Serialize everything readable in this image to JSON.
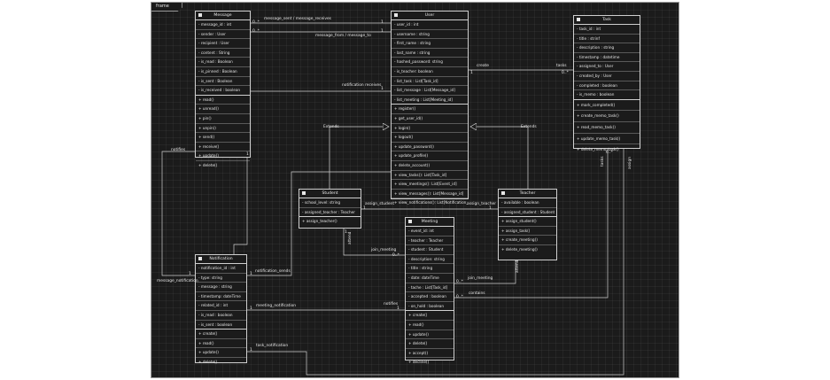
{
  "frame": {
    "label": "frame"
  },
  "classes": {
    "message": {
      "name": "Message",
      "attributes": [
        "- message_id : int",
        "- sender : User",
        "- recipient : User",
        "- content : String",
        "- is_read : Boolean",
        "- is_pinned : Boolean",
        "- is_sent : Boolean",
        "- is_received : boolean"
      ],
      "methods": [
        "+ read()",
        "+ unread()",
        "+ pin()",
        "+ unpin()",
        "+ send()",
        "+ receive()",
        "+ update()",
        "+ delete()"
      ]
    },
    "user": {
      "name": "User",
      "attributes": [
        "- user_id : int",
        "- username : string",
        "- first_name : string",
        "- last_name : string",
        "- hashed_password: string",
        "- is_teacher: boolean",
        "- list_task : List[Task_id]",
        "- list_message : List[Message_id]",
        "- list_meeting : List[Meeting_id]"
      ],
      "methods": [
        "+ register()",
        "+ get_user_id()",
        "+ login()",
        "+ logout()",
        "+ update_password()",
        "+ update_profile()",
        "+ delete_account()",
        "+ view_tasks(): List[Task_id]",
        "+ view_meetings(): List[Event_id]",
        "+ view_messages(): List[Message_id]",
        "+ view_notifications(): List[Notification_id]"
      ]
    },
    "task": {
      "name": "Task",
      "attributes": [
        "- task_id : int",
        "- title : strinf",
        "- description : string",
        "- timestamp : datetime",
        "- assigned_to : User",
        "- created_by : User",
        "- completed : boolean",
        "- is_memo : boolean"
      ],
      "methods": [
        "+ mark_completed()",
        "+ create_memo_task()",
        "+ read_memo_task()",
        "+ update_memo_task()",
        "+ delete_memo_task()"
      ]
    },
    "student": {
      "name": "Student",
      "attributes": [
        "- school_level: string",
        "- assigned_teacher : Teacher"
      ],
      "methods": [
        "+ assign_teacher()"
      ]
    },
    "teacher": {
      "name": "Teacher",
      "attributes": [
        "- available : boolean",
        "- assigned_student : Student"
      ],
      "methods": [
        "+ assign_student()",
        "+ assign_task()",
        "+ create_meeting()",
        "+ delete_meeting()"
      ]
    },
    "meeting": {
      "name": "Meeting",
      "attributes": [
        "- event_id: int",
        "- teacher : Teacher",
        "- student : Student",
        "- description: string",
        "- title : string",
        "- date: dateTime",
        "- tache : List[Task_id]",
        "- accepted : boolean",
        "- on_hold : boolean"
      ],
      "methods": [
        "+ create()",
        "+ read()",
        "+ update()",
        "+ delete()",
        "+ accept()",
        "+ decline()"
      ]
    },
    "notification": {
      "name": "Notification",
      "attributes": [
        "- notification_id : int",
        "- type: string",
        "- message : string",
        "- timestamp: dateTime",
        "- related_id : int",
        "- is_read : boolean",
        "- is_sent : boolean"
      ],
      "methods": [
        "+ create()",
        "+ read()",
        "+ update()",
        "+ delete()"
      ]
    }
  },
  "relations": {
    "message_sent_received": "message_sent / message_receives",
    "message_from_to": "message_from / message_to",
    "notification_receives": "notification receives",
    "create": "create",
    "tasks": "tasks",
    "extends_left": "Extends",
    "extends_right": "Extends",
    "assign_student": "assign_student",
    "assign_teacher": "assign_teacher",
    "join_meeting_student": "join_meeting",
    "join_meeting_teacher": "join_meeting",
    "notifies_message": "notifies",
    "notifies_meeting": "notifies",
    "notification_sends": "notification_sends",
    "message_notification": "message_notification",
    "meeting_notification": "meeting_notification",
    "task_notification": "task_notification",
    "contains": "contains",
    "tasks_vertical": "tasks",
    "assign_vertical": "assign",
    "attend_student": "attend",
    "attend_teacher": "attend"
  },
  "multiplicities": {
    "zero_many": "0..*",
    "one": "1",
    "one_dot": "1",
    "one_many": "1..*"
  },
  "colors": {
    "background": "#1b1b1b",
    "line": "#cfcfcf",
    "text": "#e6e6e6"
  }
}
